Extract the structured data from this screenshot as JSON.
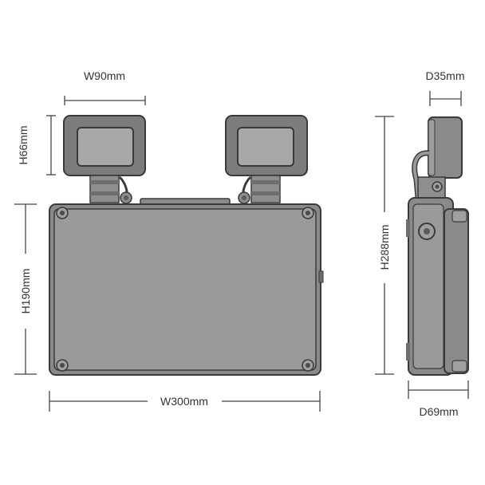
{
  "dimensions": {
    "head_width": "W90mm",
    "head_height": "H66mm",
    "box_height": "H190mm",
    "box_width": "W300mm",
    "total_height": "H288mm",
    "head_depth": "D35mm",
    "total_depth": "D69mm"
  },
  "colors": {
    "body_fill": "#9a9a9a",
    "body_stroke": "#3a3a3a",
    "head_frame": "#7c7c7c",
    "head_lens": "#a8a8a8",
    "dim_line": "#444444",
    "text": "#333333"
  }
}
